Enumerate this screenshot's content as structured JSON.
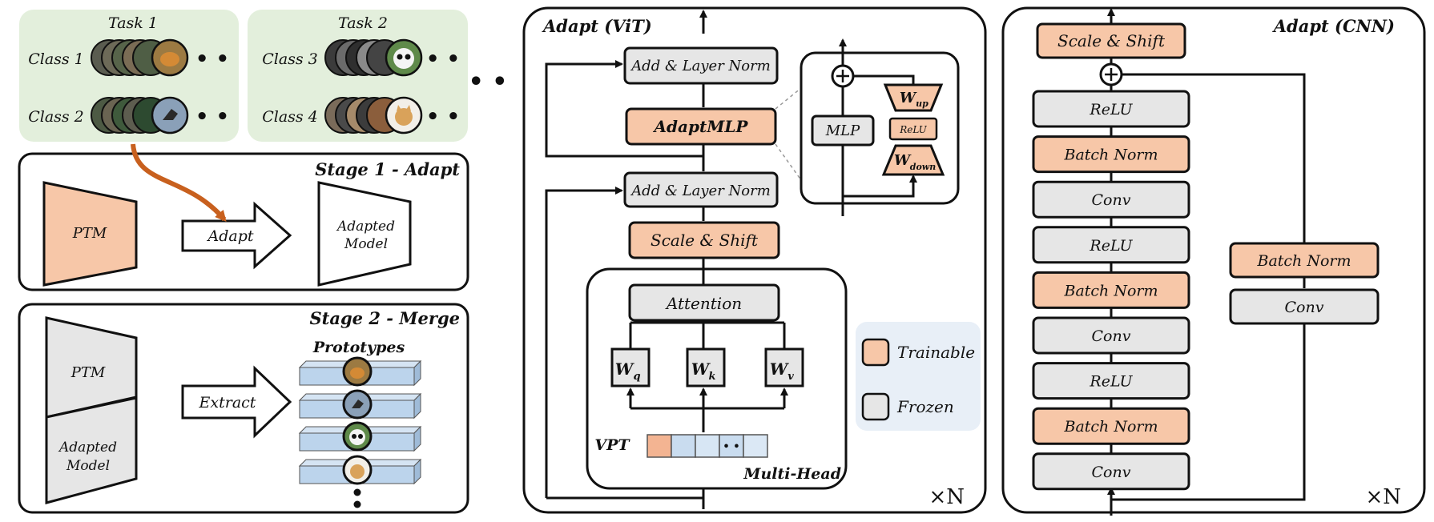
{
  "colors": {
    "trainable": "#f7c7a8",
    "frozen": "#e6e6e6",
    "task_bg": "#e3efdc",
    "arrow_orange": "#c8601e",
    "legend_bg": "#e8eff7",
    "prototype_bar": "#bcd4ec"
  },
  "tasks": [
    {
      "title": "Task 1",
      "classes": [
        "Class 1",
        "Class 2"
      ]
    },
    {
      "title": "Task 2",
      "classes": [
        "Class 3",
        "Class 4"
      ]
    }
  ],
  "ellipsis": "• •",
  "stage1": {
    "title": "Stage 1 - Adapt",
    "ptm": "PTM",
    "arrow": "Adapt",
    "adapted_line1": "Adapted",
    "adapted_line2": "Model"
  },
  "stage2": {
    "title": "Stage 2 - Merge",
    "ptm": "PTM",
    "adapted_line1": "Adapted",
    "adapted_line2": "Model",
    "arrow": "Extract",
    "prototypes": "Prototypes"
  },
  "vit": {
    "title": "Adapt (ViT)",
    "add_norm_top": "Add & Layer Norm",
    "adaptmlp": "AdaptMLP",
    "add_norm_bottom": "Add & Layer Norm",
    "scale_shift": "Scale & Shift",
    "attention": "Attention",
    "wq": "W",
    "wq_sub": "q",
    "wk": "W",
    "wk_sub": "k",
    "wv": "W",
    "wv_sub": "v",
    "vpt": "VPT",
    "vpt_dots": "• •",
    "multihead": "Multi-Head",
    "times_n": "×N",
    "mlp": "MLP",
    "relu": "ReLU",
    "wup": "W",
    "wup_sub": "up",
    "wdown": "W",
    "wdown_sub": "down"
  },
  "legend": {
    "trainable": "Trainable",
    "frozen": "Frozen"
  },
  "cnn": {
    "title": "Adapt (CNN)",
    "scale_shift": "Scale & Shift",
    "stack": [
      "ReLU",
      "Batch Norm",
      "Conv",
      "ReLU",
      "Batch Norm",
      "Conv",
      "ReLU",
      "Batch Norm",
      "Conv"
    ],
    "stack_trainable": [
      false,
      true,
      false,
      false,
      true,
      false,
      false,
      true,
      false
    ],
    "skip_bn": "Batch Norm",
    "skip_conv": "Conv",
    "times_n": "×N"
  }
}
